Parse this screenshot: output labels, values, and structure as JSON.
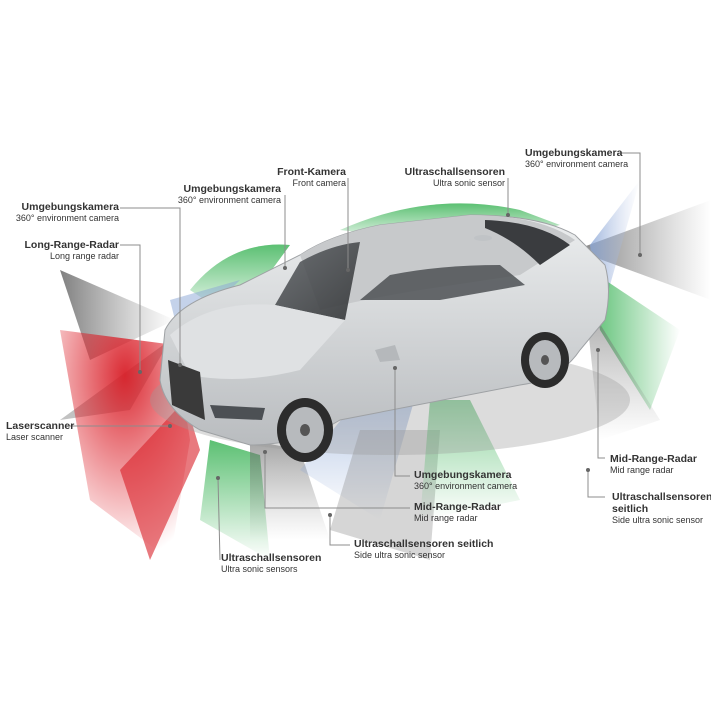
{
  "labels": {
    "umgebung_top_right": {
      "de": "Umgebungskamera",
      "en": "360° environment camera"
    },
    "ultraschall_top": {
      "de": "Ultraschallsensoren",
      "en": "Ultra sonic sensor"
    },
    "front_kamera": {
      "de": "Front-Kamera",
      "en": "Front camera"
    },
    "umgebung_mirror_top": {
      "de": "Umgebungskamera",
      "en": "360° environment camera"
    },
    "umgebung_left": {
      "de": "Umgebungskamera",
      "en": "360° environment camera"
    },
    "long_range": {
      "de": "Long-Range-Radar",
      "en": "Long range radar"
    },
    "laserscanner": {
      "de": "Laserscanner",
      "en": "Laser scanner"
    },
    "umgebung_bottom": {
      "de": "Umgebungskamera",
      "en": "360° environment camera"
    },
    "mid_range_bottom": {
      "de": "Mid-Range-Radar",
      "en": "Mid range radar"
    },
    "ultraschall_seitlich_bottom": {
      "de": "Ultraschallsensoren seitlich",
      "en": "Side ultra sonic sensor"
    },
    "ultraschall_bottom_left": {
      "de": "Ultraschallsensoren",
      "en": "Ultra sonic sensors"
    },
    "mid_range_right": {
      "de": "Mid-Range-Radar",
      "en": "Mid range radar"
    },
    "ultraschall_seitlich_right": {
      "de": "Ultraschallsensoren seitlich",
      "en": "Side ultra sonic sensor"
    }
  },
  "colors": {
    "car_body": "#d4d6d8",
    "radar_red": "#e0212a",
    "sonic_green": "#3fb55a",
    "camera_blue": "#8aa6d6",
    "laser_grey": "#9a9a9a"
  }
}
